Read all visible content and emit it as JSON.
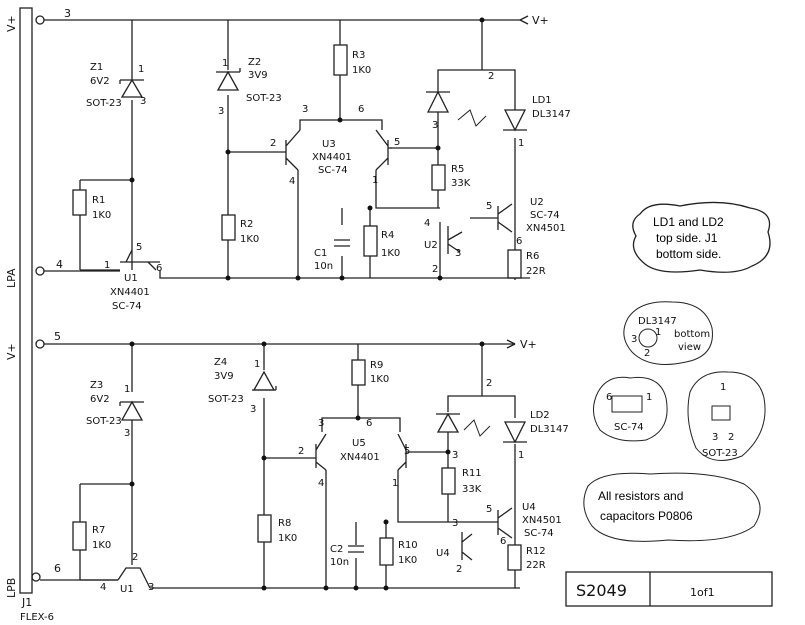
{
  "connector": {
    "ref": "J1",
    "type": "FLEX-6",
    "pins": [
      "3",
      "4",
      "5",
      "6"
    ]
  },
  "nets": {
    "vplus": "V+",
    "lpa": "LPA",
    "lpb": "LPB"
  },
  "top": {
    "z1": {
      "ref": "Z1",
      "value": "6V2",
      "pkg": "SOT-23",
      "p1": "1",
      "p3": "3"
    },
    "z2": {
      "ref": "Z2",
      "value": "3V9",
      "pkg": "SOT-23",
      "p1": "1",
      "p3": "3"
    },
    "r1": {
      "ref": "R1",
      "value": "1K0"
    },
    "r2": {
      "ref": "R2",
      "value": "1K0"
    },
    "r3": {
      "ref": "R3",
      "value": "1K0"
    },
    "r4": {
      "ref": "R4",
      "value": "1K0"
    },
    "r5": {
      "ref": "R5",
      "value": "33K"
    },
    "r6": {
      "ref": "R6",
      "value": "22R"
    },
    "c1": {
      "ref": "C1",
      "value": "10n"
    },
    "u1": {
      "ref": "U1",
      "part": "XN4401",
      "pkg": "SC-74",
      "p1": "1",
      "p5": "5",
      "p6": "6"
    },
    "u3": {
      "ref": "U3",
      "part": "XN4401",
      "pkg": "SC-74",
      "p2": "2",
      "p3": "3",
      "p4": "4",
      "p5": "5",
      "p6": "6",
      "p1": "1"
    },
    "u2": {
      "ref": "U2",
      "part": "XN4501",
      "pkg": "SC-74",
      "p2": "2",
      "p3": "3",
      "p4": "4",
      "p5": "5",
      "p6": "6",
      "alt": "U2"
    },
    "ld1": {
      "ref": "LD1",
      "part": "DL3147",
      "p2": "2",
      "p3": "3",
      "p1": "1"
    }
  },
  "bottom": {
    "z3": {
      "ref": "Z3",
      "value": "6V2",
      "pkg": "SOT-23",
      "p1": "1",
      "p3": "3"
    },
    "z4": {
      "ref": "Z4",
      "value": "3V9",
      "pkg": "SOT-23",
      "p1": "1",
      "p3": "3"
    },
    "r7": {
      "ref": "R7",
      "value": "1K0"
    },
    "r8": {
      "ref": "R8",
      "value": "1K0"
    },
    "r9": {
      "ref": "R9",
      "value": "1K0"
    },
    "r10": {
      "ref": "R10",
      "value": "1K0"
    },
    "r11": {
      "ref": "R11",
      "value": "33K"
    },
    "r12": {
      "ref": "R12",
      "value": "22R"
    },
    "c2": {
      "ref": "C2",
      "value": "10n"
    },
    "u1": {
      "ref": "U1",
      "p2": "2",
      "p3": "3",
      "p4": "4"
    },
    "u5": {
      "ref": "U5",
      "part": "XN4401",
      "p2": "2",
      "p3": "3",
      "p4": "4",
      "p5": "5",
      "p6": "6",
      "p1": "1"
    },
    "u4": {
      "ref": "U4",
      "part": "XN4501",
      "pkg": "SC-74",
      "p2": "2",
      "p3": "3",
      "p5": "5",
      "p6": "6",
      "alt": "U4"
    },
    "ld2": {
      "ref": "LD2",
      "part": "DL3147",
      "p2": "2",
      "p3": "3",
      "p1": "1"
    }
  },
  "notes": {
    "cloud": [
      "LD1 and LD2",
      "top side. J1",
      "bottom side."
    ],
    "resistors": [
      "All resistors and",
      "capacitors P0806"
    ],
    "dl_label": "DL3147",
    "dl_view": [
      "bottom",
      "view"
    ],
    "dl_pins": [
      "1",
      "2",
      "3"
    ],
    "sc74": "SC-74",
    "sc74_pins": [
      "6",
      "1"
    ],
    "sot23": "SOT-23",
    "sot23_pins": [
      "1",
      "3",
      "2"
    ]
  },
  "title_block": {
    "drawing": "S2049",
    "sheet": "1of1"
  }
}
